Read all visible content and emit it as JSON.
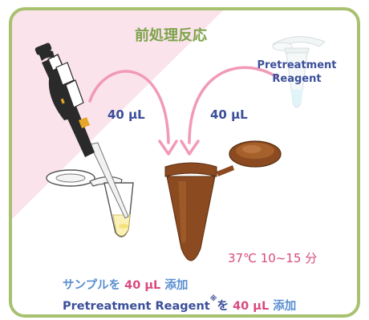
{
  "title": "前処理反応",
  "reagent": {
    "name": "Pretreatment Reagent"
  },
  "volumes": {
    "left": "40 µL",
    "right": "40 µL"
  },
  "incubation": "37℃ 10~15 分",
  "instructions": {
    "line1": {
      "prefix": "サンプルを ",
      "volume": "40 µL",
      "suffix": " 添加"
    },
    "line2": {
      "prefix": "Pretreatment Reagent",
      "mark": "※",
      "particle": "を ",
      "volume": "40 µL",
      "suffix": " 添加"
    }
  },
  "colors": {
    "frame": "#a8c170",
    "title": "#7ea34a",
    "accent_pink": "#d94a7e",
    "navy": "#3b4f9a",
    "light_blue": "#5a8fd0",
    "tube_brown": "#8b4a1f",
    "background_pink": "#fbe3ec"
  }
}
